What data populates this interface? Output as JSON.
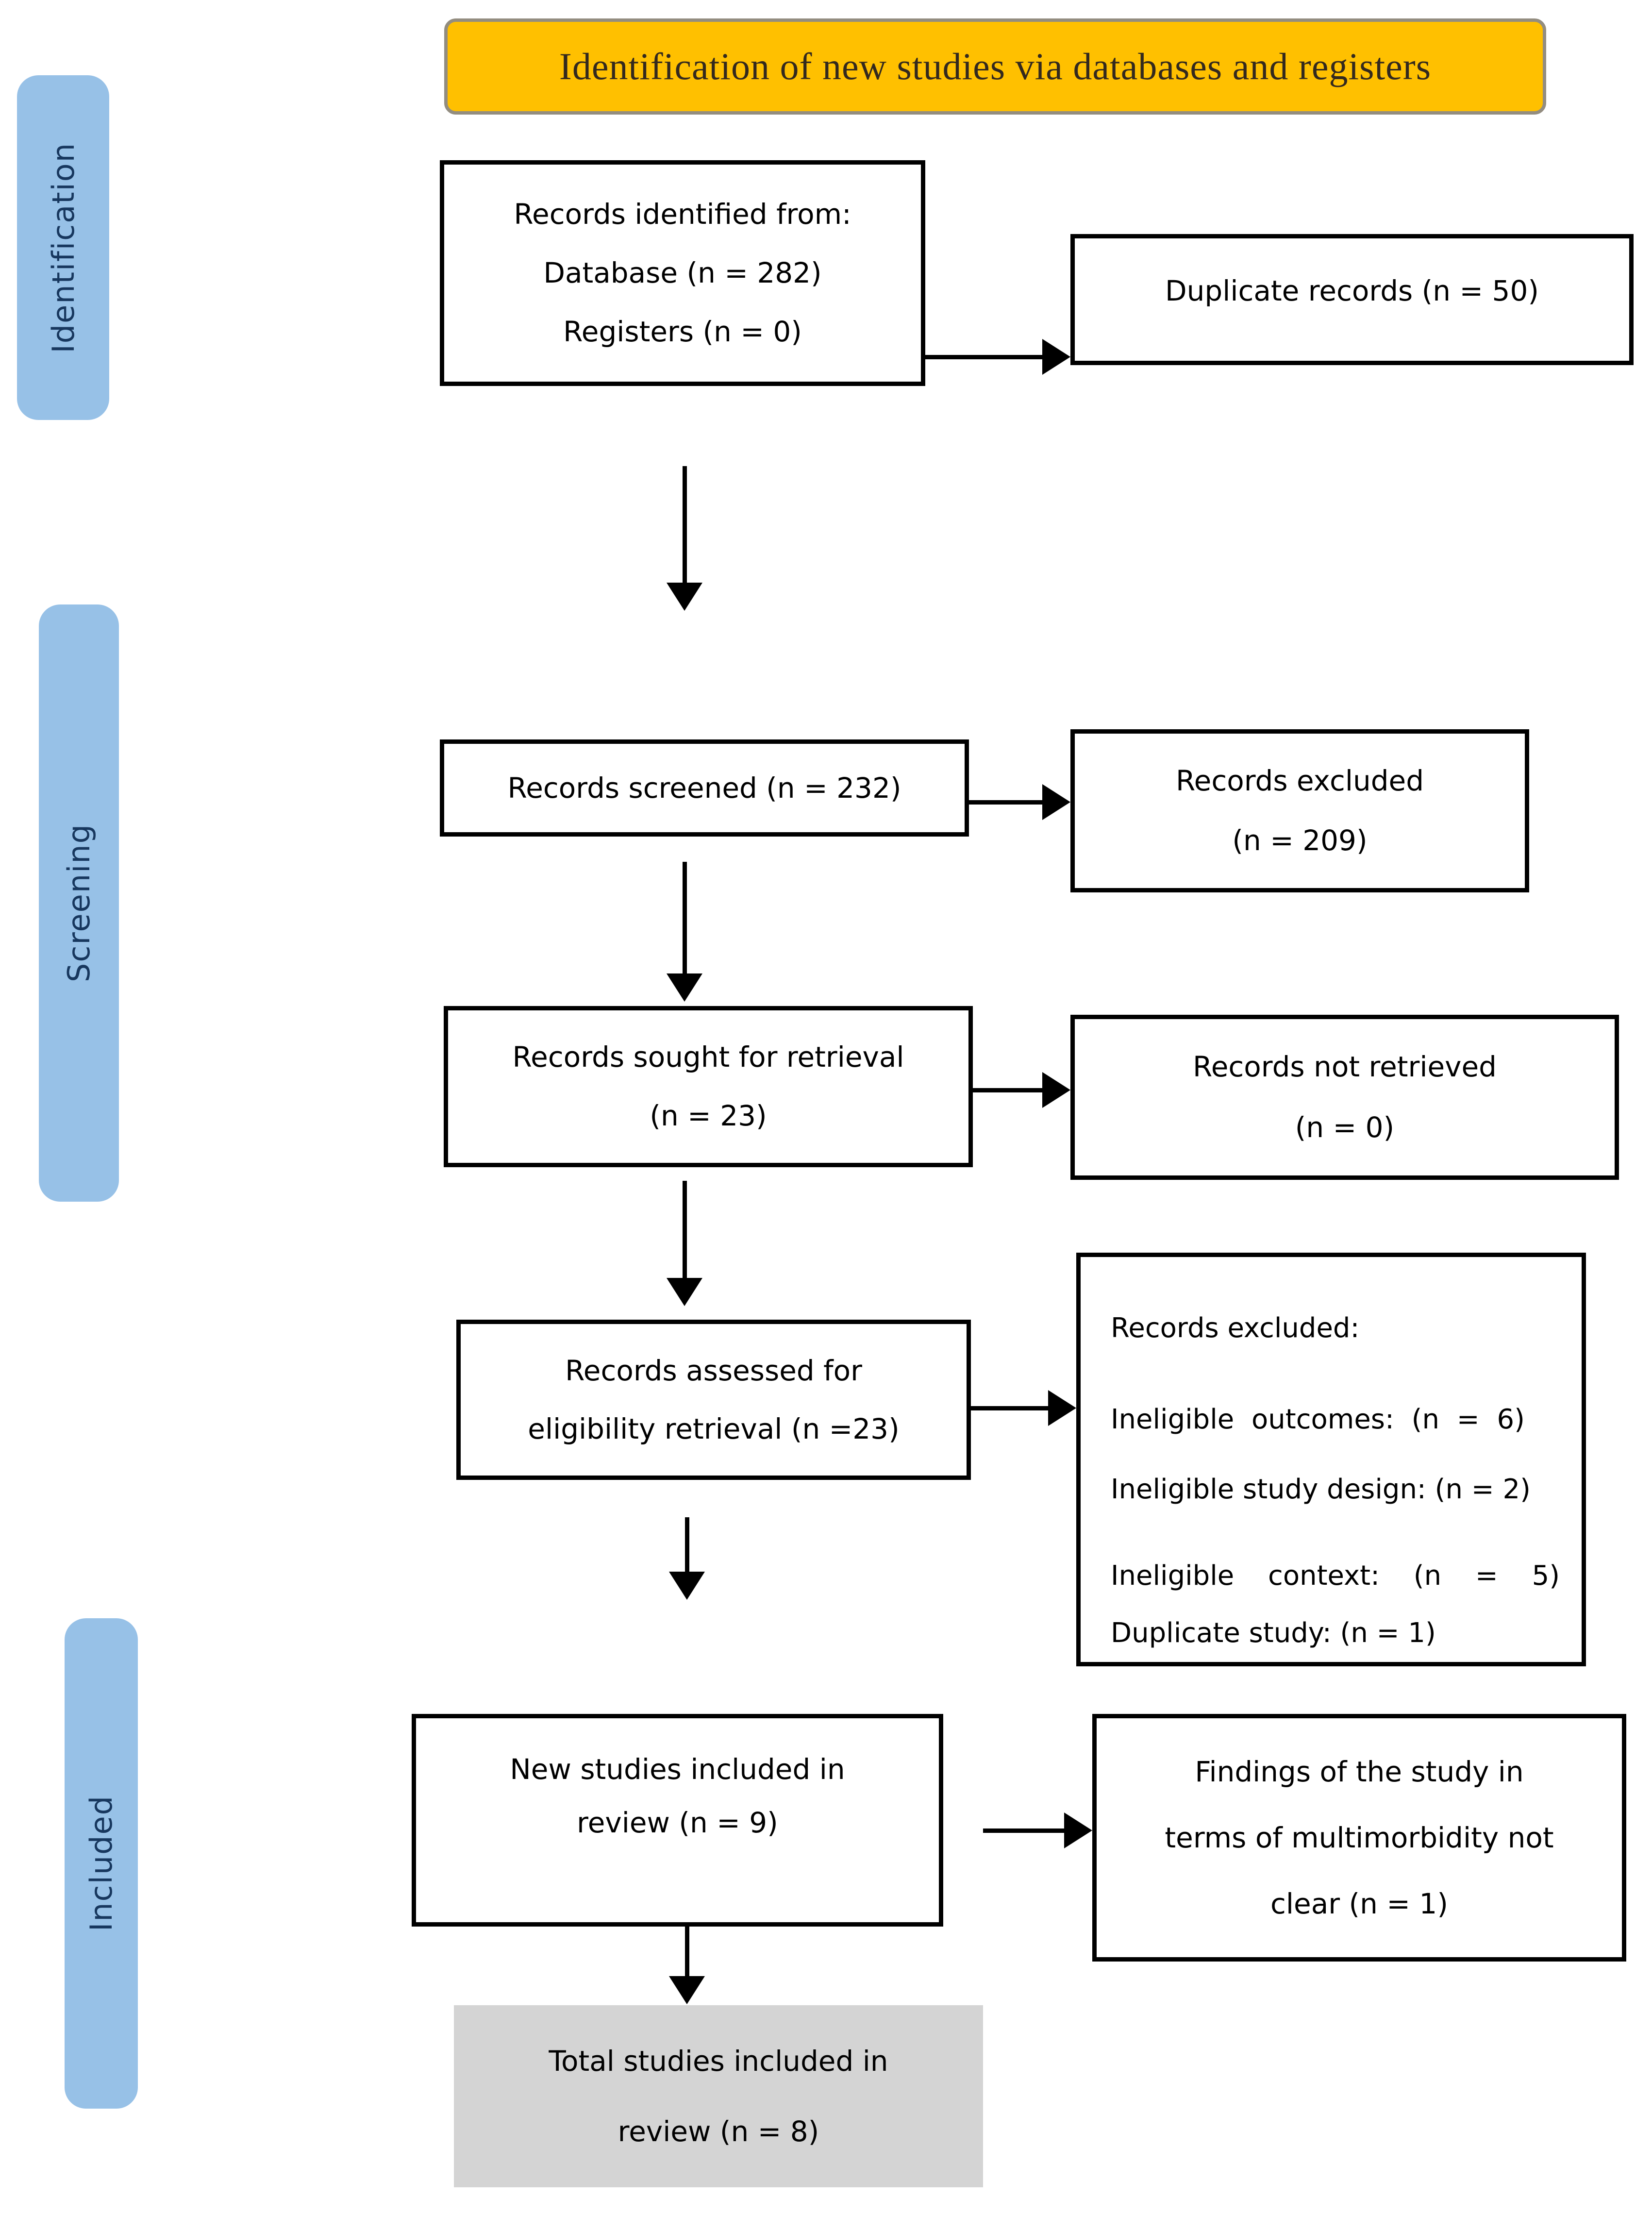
{
  "banner": {
    "title": "Identification of new studies via databases and registers"
  },
  "stages": {
    "identification": "Identification",
    "screening": "Screening",
    "included": "Included"
  },
  "flow": {
    "records_identified": {
      "line1": "Records identified from:",
      "line2": "Database (n = 282)",
      "line3": "Registers (n = 0)"
    },
    "duplicate_records": {
      "line1": "Duplicate records (n = 50)"
    },
    "records_screened": {
      "line1": "Records screened (n = 232)"
    },
    "records_excluded": {
      "line1": "Records excluded",
      "line2": "(n = 209)"
    },
    "records_sought": {
      "line1": "Records sought for retrieval",
      "line2": "(n = 23)"
    },
    "records_not_retrieved": {
      "line1": "Records not retrieved",
      "line2": "(n = 0)"
    },
    "records_assessed": {
      "line1": "Records assessed for",
      "line2": "eligibility retrieval (n =23)"
    },
    "records_excluded_detail": {
      "heading": "Records excluded:",
      "item1": "Ineligible outcomes: (n = 6)",
      "item2": "Ineligible study design: (n = 2)",
      "item3": "Ineligible context: (n = 5)",
      "item4": "Duplicate study: (n = 1)"
    },
    "new_studies": {
      "line1": "New studies included in",
      "line2": "review (n = 9)"
    },
    "findings": {
      "line1": "Findings of the study in",
      "line2": "terms of multimorbidity not",
      "line3": "clear (n = 1)"
    },
    "total_studies": {
      "line1": "Total studies included in",
      "line2": "review (n = 8)"
    }
  },
  "colors": {
    "banner_fill": "#FFC000",
    "stage_fill": "#97C1E7",
    "stage_text": "#17375E",
    "box_border": "#000000",
    "total_fill": "#D4D4D4"
  }
}
